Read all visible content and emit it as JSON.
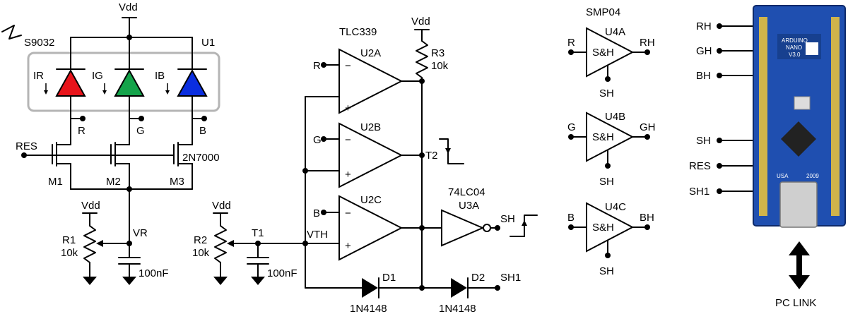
{
  "labels": {
    "vdd": "Vdd",
    "s9032": "S9032",
    "u1": "U1",
    "ir": "IR",
    "ig": "IG",
    "ib": "IB",
    "r": "R",
    "g": "G",
    "b": "B",
    "res": "RES",
    "n2n7000": "2N7000",
    "m1": "M1",
    "m2": "M2",
    "m3": "M3",
    "vr": "VR",
    "r1": "R1",
    "r1v": "10k",
    "cap": "100nF",
    "r2": "R2",
    "r2v": "10k",
    "t1": "T1",
    "tlc339": "TLC339",
    "u2a": "U2A",
    "u2b": "U2B",
    "u2c": "U2C",
    "minus": "−",
    "plus": "+",
    "r3": "R3",
    "r3v": "10k",
    "t2": "T2",
    "vth": "VTH",
    "lc04": "74LC04",
    "u3a": "U3A",
    "sh": "SH",
    "d1": "D1",
    "d2": "D2",
    "in4148": "1N4148",
    "sh1": "SH1",
    "smp04": "SMP04",
    "u4a": "U4A",
    "u4b": "U4B",
    "u4c": "U4C",
    "sah": "S&H",
    "rh": "RH",
    "gh": "GH",
    "bh": "BH",
    "pclink": "PC LINK",
    "nano_title1": "ARDUINO",
    "nano_title2": "NANO",
    "nano_ver": "V3.0",
    "nano_usa": "USA",
    "nano_year": "2009"
  },
  "colors": {
    "led_red": "#e8141b",
    "led_green": "#14a34a",
    "led_blue": "#0a2ee0",
    "board": "#1f4fb0",
    "box": "#b5b5b5"
  }
}
